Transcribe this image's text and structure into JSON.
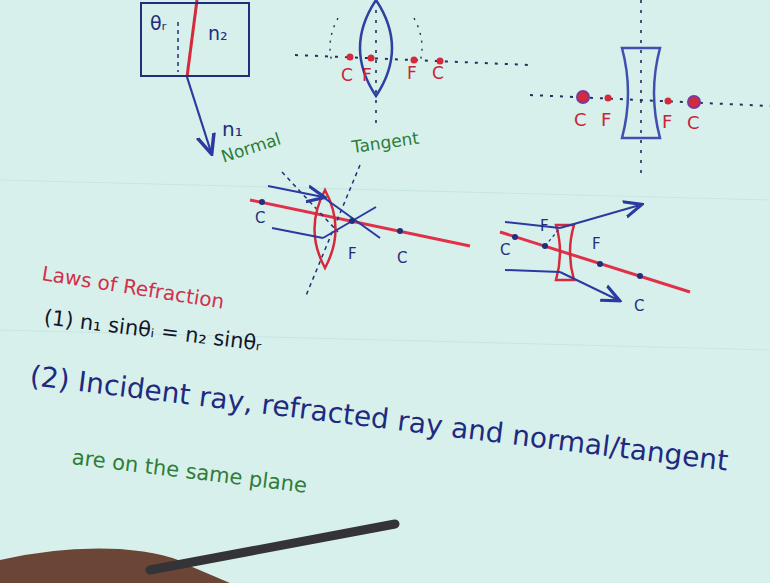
{
  "diagram": {
    "nodes": [
      {
        "text": [
          "θᵣ",
          "n₂"
        ]
      }
    ],
    "labels": [
      "n₁",
      "C",
      "F",
      "F",
      "C",
      "C",
      "F",
      "F",
      "C",
      "Normal",
      "Tangent",
      "C",
      "F",
      "C",
      "C",
      "F",
      "F",
      "C",
      "Laws of Refraction",
      "(1) n₁ sinθᵢ = n₂ sinθᵣ",
      "(2) Incident ray, refracted ray and normal/tangent",
      "are on the same plane"
    ]
  }
}
